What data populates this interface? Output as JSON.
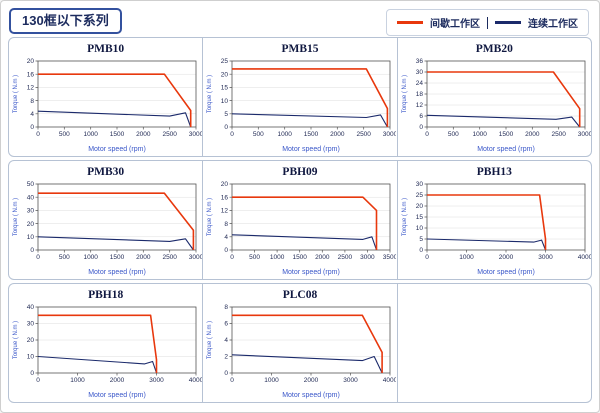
{
  "header": {
    "title": "130框以下系列",
    "legend": {
      "intermittent_label": "间歇工作区",
      "continuous_label": "连续工作区",
      "intermittent_color": "#e8380d",
      "continuous_color": "#1b2a6b"
    }
  },
  "chart_data": [
    {
      "type": "line",
      "title": "PMB10",
      "xlabel": "Motor speed (rpm)",
      "ylabel": "Torque ( N.m )",
      "xlim": [
        0,
        3000
      ],
      "ylim": [
        0,
        20
      ],
      "xticks": [
        0,
        500,
        1000,
        1500,
        2000,
        2500,
        3000
      ],
      "yticks": [
        0,
        4,
        8,
        12,
        16,
        20
      ],
      "series": [
        {
          "name": "间歇工作区",
          "color": "#e8380d",
          "points": [
            [
              0,
              16
            ],
            [
              2400,
              16
            ],
            [
              2900,
              5
            ],
            [
              2900,
              0
            ]
          ]
        },
        {
          "name": "连续工作区",
          "color": "#1b2a6b",
          "points": [
            [
              0,
              4.8
            ],
            [
              2500,
              3.3
            ],
            [
              2800,
              4.3
            ],
            [
              2900,
              0
            ]
          ]
        }
      ]
    },
    {
      "type": "line",
      "title": "PMB15",
      "xlabel": "Motor speed (rpm)",
      "ylabel": "Torque ( N.m )",
      "xlim": [
        0,
        3000
      ],
      "ylim": [
        0,
        25
      ],
      "xticks": [
        0,
        500,
        1000,
        1500,
        2000,
        2500,
        3000
      ],
      "yticks": [
        0,
        5,
        10,
        15,
        20,
        25
      ],
      "series": [
        {
          "name": "间歇工作区",
          "color": "#e8380d",
          "points": [
            [
              0,
              22
            ],
            [
              2550,
              22
            ],
            [
              2950,
              7
            ],
            [
              2950,
              0
            ]
          ]
        },
        {
          "name": "连续工作区",
          "color": "#1b2a6b",
          "points": [
            [
              0,
              5
            ],
            [
              2550,
              3.6
            ],
            [
              2820,
              4.6
            ],
            [
              2950,
              0
            ]
          ]
        }
      ]
    },
    {
      "type": "line",
      "title": "PMB20",
      "xlabel": "Motor speed (rpm)",
      "ylabel": "Torque ( N.m )",
      "xlim": [
        0,
        3000
      ],
      "ylim": [
        0,
        36
      ],
      "xticks": [
        0,
        500,
        1000,
        1500,
        2000,
        2500,
        3000
      ],
      "yticks": [
        0,
        6,
        12,
        18,
        24,
        30,
        36
      ],
      "series": [
        {
          "name": "间歇工作区",
          "color": "#e8380d",
          "points": [
            [
              0,
              30
            ],
            [
              2400,
              30
            ],
            [
              2900,
              10
            ],
            [
              2900,
              0
            ]
          ]
        },
        {
          "name": "连续工作区",
          "color": "#1b2a6b",
          "points": [
            [
              0,
              6.4
            ],
            [
              2450,
              4.2
            ],
            [
              2750,
              5.4
            ],
            [
              2900,
              0
            ]
          ]
        }
      ]
    },
    {
      "type": "line",
      "title": "PMB30",
      "xlabel": "Motor speed (rpm)",
      "ylabel": "Torque ( N.m )",
      "xlim": [
        0,
        3000
      ],
      "ylim": [
        0,
        50
      ],
      "xticks": [
        0,
        500,
        1000,
        1500,
        2000,
        2500,
        3000
      ],
      "yticks": [
        0,
        10,
        20,
        30,
        40,
        50
      ],
      "series": [
        {
          "name": "间歇工作区",
          "color": "#e8380d",
          "points": [
            [
              0,
              43
            ],
            [
              2400,
              43
            ],
            [
              2950,
              15
            ],
            [
              2950,
              0
            ]
          ]
        },
        {
          "name": "连续工作区",
          "color": "#1b2a6b",
          "points": [
            [
              0,
              10
            ],
            [
              2500,
              6.5
            ],
            [
              2800,
              8.5
            ],
            [
              2950,
              0
            ]
          ]
        }
      ]
    },
    {
      "type": "line",
      "title": "PBH09",
      "xlabel": "Motor speed (rpm)",
      "ylabel": "Torque ( N.m )",
      "xlim": [
        0,
        3500
      ],
      "ylim": [
        0,
        20
      ],
      "xticks": [
        0,
        500,
        1000,
        1500,
        2000,
        2500,
        3000,
        3500
      ],
      "yticks": [
        0,
        4,
        8,
        12,
        16,
        20
      ],
      "series": [
        {
          "name": "间歇工作区",
          "color": "#e8380d",
          "points": [
            [
              0,
              16
            ],
            [
              2900,
              16
            ],
            [
              3200,
              12
            ],
            [
              3200,
              0
            ]
          ]
        },
        {
          "name": "连续工作区",
          "color": "#1b2a6b",
          "points": [
            [
              0,
              4.6
            ],
            [
              2900,
              3.2
            ],
            [
              3100,
              4
            ],
            [
              3200,
              0
            ]
          ]
        }
      ]
    },
    {
      "type": "line",
      "title": "PBH13",
      "xlabel": "Motor speed (rpm)",
      "ylabel": "Torque ( N.m )",
      "xlim": [
        0,
        4000
      ],
      "ylim": [
        0,
        30
      ],
      "xticks": [
        0,
        1000,
        2000,
        3000,
        4000
      ],
      "yticks": [
        0,
        5,
        10,
        15,
        20,
        25,
        30
      ],
      "series": [
        {
          "name": "间歇工作区",
          "color": "#e8380d",
          "points": [
            [
              0,
              25
            ],
            [
              2850,
              25
            ],
            [
              3000,
              5
            ],
            [
              3000,
              0
            ]
          ]
        },
        {
          "name": "连续工作区",
          "color": "#1b2a6b",
          "points": [
            [
              0,
              5
            ],
            [
              2700,
              3.6
            ],
            [
              2900,
              4.5
            ],
            [
              3000,
              0
            ]
          ]
        }
      ]
    },
    {
      "type": "line",
      "title": "PBH18",
      "xlabel": "Motor speed (rpm)",
      "ylabel": "Torque ( N.m )",
      "xlim": [
        0,
        4000
      ],
      "ylim": [
        0,
        40
      ],
      "xticks": [
        0,
        1000,
        2000,
        3000,
        4000
      ],
      "yticks": [
        0,
        10,
        20,
        30,
        40
      ],
      "series": [
        {
          "name": "间歇工作区",
          "color": "#e8380d",
          "points": [
            [
              0,
              35
            ],
            [
              2850,
              35
            ],
            [
              3000,
              8
            ],
            [
              3000,
              0
            ]
          ]
        },
        {
          "name": "连续工作区",
          "color": "#1b2a6b",
          "points": [
            [
              0,
              10
            ],
            [
              2700,
              5.5
            ],
            [
              2900,
              7
            ],
            [
              3000,
              0
            ]
          ]
        }
      ]
    },
    {
      "type": "line",
      "title": "PLC08",
      "xlabel": "Motor speed (rpm)",
      "ylabel": "Torque ( N.m )",
      "xlim": [
        0,
        4000
      ],
      "ylim": [
        0,
        8
      ],
      "xticks": [
        0,
        1000,
        2000,
        3000,
        4000
      ],
      "yticks": [
        0,
        2,
        4,
        6,
        8
      ],
      "series": [
        {
          "name": "间歇工作区",
          "color": "#e8380d",
          "points": [
            [
              0,
              7
            ],
            [
              3300,
              7
            ],
            [
              3800,
              2.5
            ],
            [
              3800,
              0
            ]
          ]
        },
        {
          "name": "连续工作区",
          "color": "#1b2a6b",
          "points": [
            [
              0,
              2.2
            ],
            [
              3300,
              1.5
            ],
            [
              3600,
              2
            ],
            [
              3800,
              0
            ]
          ]
        }
      ]
    }
  ]
}
